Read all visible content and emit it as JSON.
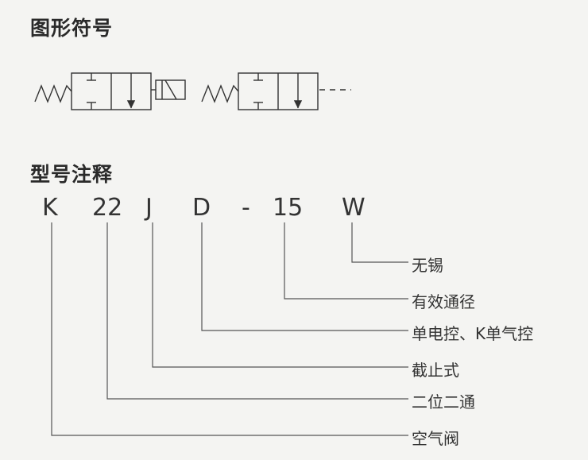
{
  "headings": {
    "symbols": "图形符号",
    "model": "型号注释"
  },
  "model_code": {
    "segments": [
      "K",
      "22",
      "J",
      "D",
      "-",
      "15",
      "W"
    ]
  },
  "annotations": [
    {
      "code": "W",
      "label": "无锡"
    },
    {
      "code": "15",
      "label": "有效通径"
    },
    {
      "code": "D",
      "label": "单电控、K单气控"
    },
    {
      "code": "J",
      "label": "截止式"
    },
    {
      "code": "22",
      "label": "二位二通"
    },
    {
      "code": "K",
      "label": "空气阀"
    }
  ],
  "colors": {
    "background": "#f4f4f2",
    "ink": "#333333"
  }
}
